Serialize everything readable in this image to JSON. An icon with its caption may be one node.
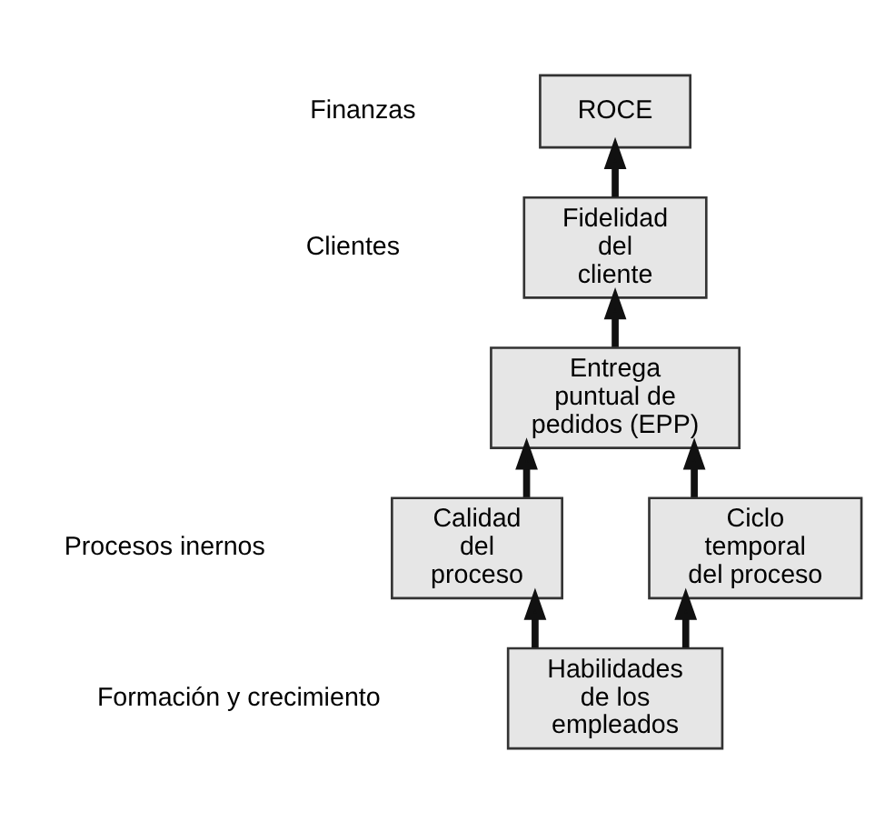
{
  "diagram": {
    "nodes": [
      {
        "text": [
          "ROCE"
        ]
      },
      {
        "text": [
          "Fidelidad del cliente"
        ]
      },
      {
        "text": [
          "Entrega puntual de pedidos (EPP)"
        ]
      },
      {
        "text": [
          "Calidad del proceso"
        ]
      },
      {
        "text": [
          "Ciclo temporal del proceso"
        ]
      },
      {
        "text": [
          "Habilidades de los empleados"
        ]
      }
    ],
    "edges": [
      {
        "from": 1,
        "to": 0,
        "arrow": "to"
      },
      {
        "from": 2,
        "to": 1,
        "arrow": "to"
      },
      {
        "from": 3,
        "to": 2,
        "arrow": "to"
      },
      {
        "from": 4,
        "to": 2,
        "arrow": "to"
      },
      {
        "from": 5,
        "to": 3,
        "arrow": "to"
      },
      {
        "from": 5,
        "to": 4,
        "arrow": "to"
      }
    ],
    "labels": [
      "Finanzas",
      "Clientes",
      "Procesos inernos",
      "Formación y crecimiento"
    ]
  }
}
